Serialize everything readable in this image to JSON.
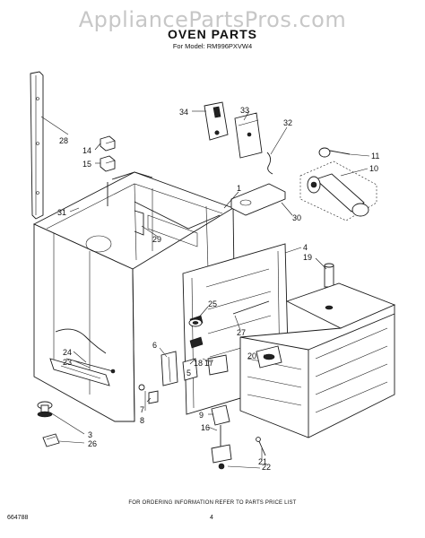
{
  "watermark": "AppliancePartsPros.com",
  "title": "OVEN PARTS",
  "model_line": "For Model: RM996PXVW4",
  "callouts": [
    "1",
    "3",
    "4",
    "5",
    "6",
    "7",
    "8",
    "9",
    "10",
    "11",
    "14",
    "15",
    "16",
    "17",
    "18",
    "19",
    "20",
    "21",
    "22",
    "23",
    "24",
    "25",
    "26",
    "27",
    "28",
    "29",
    "30",
    "31",
    "32",
    "33",
    "34"
  ],
  "footer": "FOR ORDERING INFORMATION REFER TO PARTS PRICE LIST",
  "doc_number": "664788",
  "page_number": "4"
}
